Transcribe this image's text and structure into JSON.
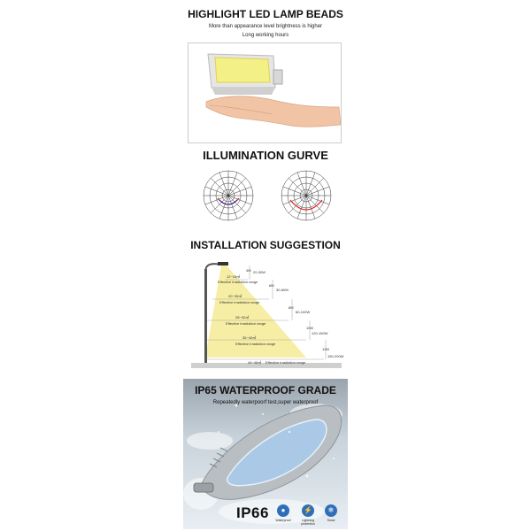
{
  "section1": {
    "title": "HIGHLIGHT LED LAMP BEADS",
    "line1": "More than appearance level brightness is higher",
    "line2": "Long working hours"
  },
  "section2": {
    "title": "ILLUMINATION GURVE"
  },
  "section3": {
    "title": "INSTALLATION SUGGESTION",
    "rows": [
      {
        "range": "12~16㎡",
        "desc": "Effective irradiation range",
        "height": "4M",
        "watt": "20-30W"
      },
      {
        "range": "20~30㎡",
        "desc": "Effective irradiation range",
        "height": "6M",
        "watt": "30-60W"
      },
      {
        "range": "28~32㎡",
        "desc": "Effective irradiation range",
        "height": "8M",
        "watt": "60-100W"
      },
      {
        "range": "35~40㎡",
        "desc": "Effective irradiation range",
        "height": "10M",
        "watt": "120-150W"
      },
      {
        "range": "44~46㎡",
        "desc": "Effective irradiation range",
        "height": "12M",
        "watt": "150-200W"
      }
    ]
  },
  "section4": {
    "title": "IP65 WATERPROOF GRADE",
    "subtitle": "Repeatedly waterpoorf test,super waterproof",
    "ip_label": "IP66",
    "features": [
      "Waterproof",
      "Lightning protection",
      "Snow"
    ]
  },
  "colors": {
    "water_dark": "#8c98a4",
    "water_light": "#d9e2ea",
    "beam_yellow": "#f5ec9a",
    "icon_blue": "#2f6fb8"
  }
}
